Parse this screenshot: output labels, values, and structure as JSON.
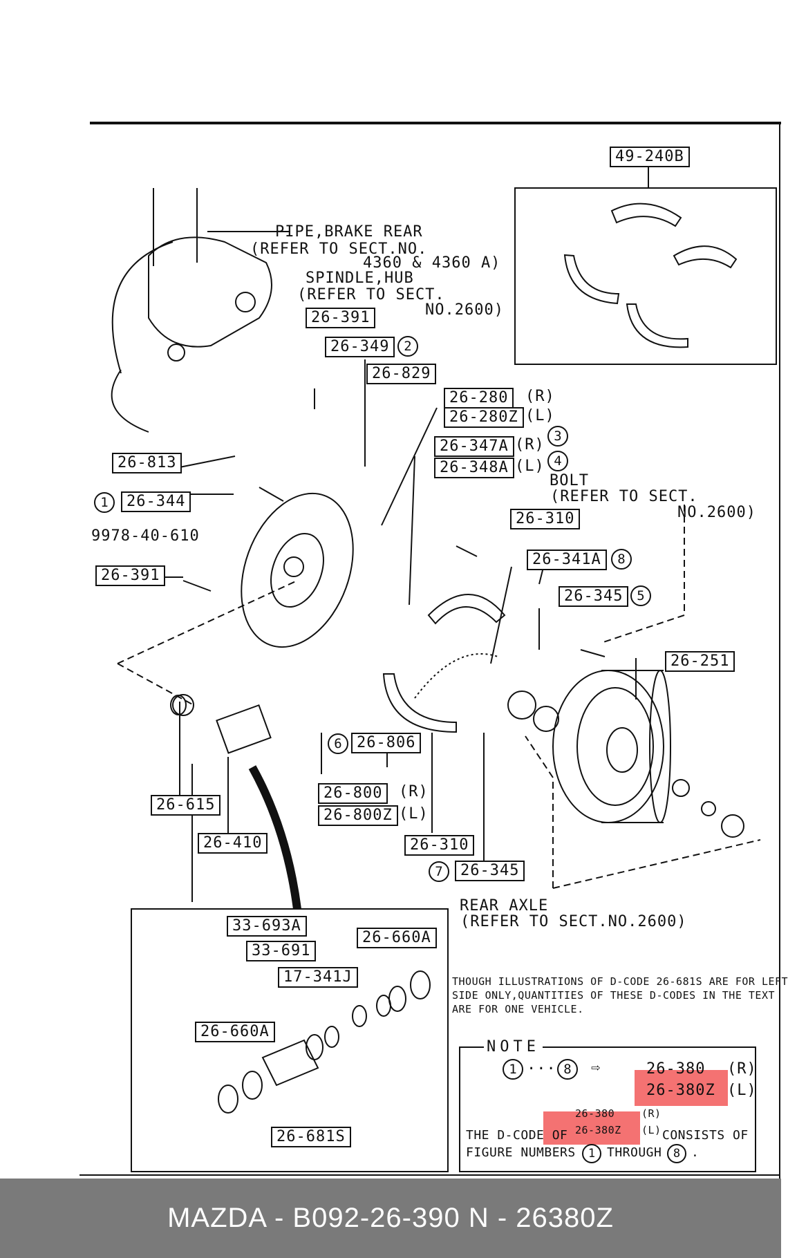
{
  "parts": {
    "p49_240b": "49-240B",
    "p26_391_top": "26-391",
    "p26_349": "26-349",
    "p26_829": "26-829",
    "p26_280": "26-280",
    "p26_280z": "26-280Z",
    "p26_347a": "26-347A",
    "p26_348a": "26-348A",
    "p26_813": "26-813",
    "p26_344": "26-344",
    "p9978": "9978-40-610",
    "p26_391_left": "26-391",
    "p26_310_top": "26-310",
    "p26_341a": "26-341A",
    "p26_345_top": "26-345",
    "p26_251": "26-251",
    "p26_806": "26-806",
    "p26_800": "26-800",
    "p26_800z": "26-800Z",
    "p26_615": "26-615",
    "p26_410": "26-410",
    "p26_310_bot": "26-310",
    "p26_345_bot": "26-345",
    "p33_693a": "33-693A",
    "p33_691": "33-691",
    "p17_341j": "17-341J",
    "p26_660a_r": "26-660A",
    "p26_660a_l": "26-660A",
    "p26_681s": "26-681S",
    "note_380": "26-380",
    "note_380z": "26-380Z",
    "note_380_s": "26-380",
    "note_380z_s": "26-380Z"
  },
  "sides": {
    "r": "(R)",
    "l": "(L)"
  },
  "circled": {
    "c1": "1",
    "c2": "2",
    "c3": "3",
    "c4": "4",
    "c5": "5",
    "c6": "6",
    "c7": "7",
    "c8": "8"
  },
  "refs": {
    "pipe1": "PIPE,BRAKE REAR",
    "pipe2": "(REFER TO SECT.NO.",
    "pipe3": "4360 & 4360 A)",
    "spindle1": "SPINDLE,HUB",
    "spindle2": "(REFER TO SECT.",
    "spindle3": "NO.2600)",
    "bolt1": "BOLT",
    "bolt2": "(REFER TO SECT.",
    "bolt3": "NO.2600)",
    "axle1": "REAR AXLE",
    "axle2": "(REFER TO SECT.NO.2600)"
  },
  "notes": {
    "illus1": "THOUGH ILLUSTRATIONS OF D-CODE 26-681S ARE FOR LEFT",
    "illus2": "SIDE ONLY,QUANTITIES OF THESE D-CODES IN  THE TEXT",
    "illus3": "ARE FOR ONE VEHICLE.",
    "note_title": "NOTE",
    "ellipsis": "···",
    "arrow": "⇨",
    "dcode_a": "THE D-CODE OF",
    "dcode_b": "CONSISTS OF",
    "fig_a": "FIGURE NUMBERS",
    "fig_b": "THROUGH",
    "period": "."
  },
  "footer": {
    "text": "MAZDA - B092-26-390     N - 26380Z"
  },
  "colors": {
    "highlight": "#f03c3c",
    "footer_bg": "#7a7a7a",
    "footer_text": "#ffffff",
    "ink": "#111111"
  }
}
